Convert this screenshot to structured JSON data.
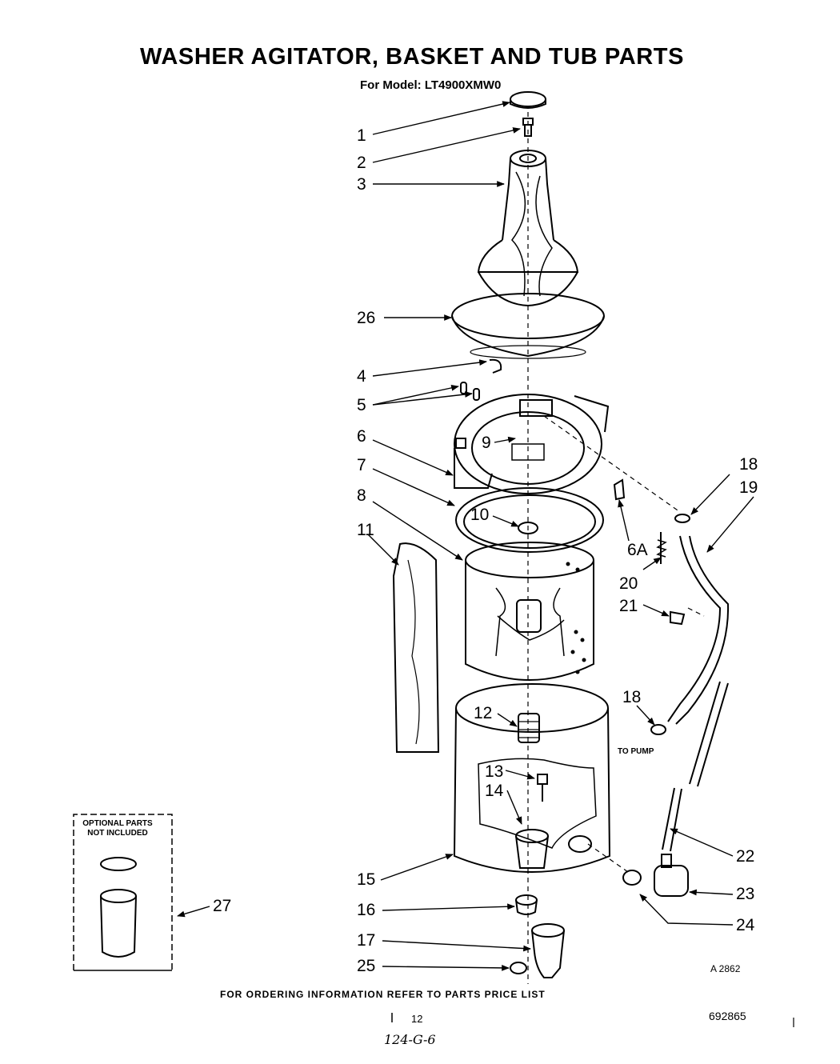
{
  "header": {
    "title": "WASHER AGITATOR, BASKET AND TUB  PARTS",
    "model": "For Model: LT4900XMW0"
  },
  "callouts": [
    {
      "id": "1",
      "text": "1"
    },
    {
      "id": "2",
      "text": "2"
    },
    {
      "id": "3",
      "text": "3"
    },
    {
      "id": "26",
      "text": "26"
    },
    {
      "id": "4",
      "text": "4"
    },
    {
      "id": "5",
      "text": "5"
    },
    {
      "id": "6",
      "text": "6"
    },
    {
      "id": "7",
      "text": "7"
    },
    {
      "id": "8",
      "text": "8"
    },
    {
      "id": "9",
      "text": "9"
    },
    {
      "id": "10",
      "text": "10"
    },
    {
      "id": "11",
      "text": "11"
    },
    {
      "id": "6A",
      "text": "6A"
    },
    {
      "id": "18a",
      "text": "18"
    },
    {
      "id": "19",
      "text": "19"
    },
    {
      "id": "20",
      "text": "20"
    },
    {
      "id": "21",
      "text": "21"
    },
    {
      "id": "18b",
      "text": "18"
    },
    {
      "id": "12",
      "text": "12"
    },
    {
      "id": "13",
      "text": "13"
    },
    {
      "id": "14",
      "text": "14"
    },
    {
      "id": "15",
      "text": "15"
    },
    {
      "id": "16",
      "text": "16"
    },
    {
      "id": "17",
      "text": "17"
    },
    {
      "id": "25",
      "text": "25"
    },
    {
      "id": "22",
      "text": "22"
    },
    {
      "id": "23",
      "text": "23"
    },
    {
      "id": "24",
      "text": "24"
    },
    {
      "id": "27",
      "text": "27"
    }
  ],
  "labels": {
    "to_pump": "TO PUMP",
    "optional_line1": "OPTIONAL PARTS",
    "optional_line2": "NOT INCLUDED",
    "drawing_code": "A 2862",
    "footer": "FOR ORDERING INFORMATION REFER TO PARTS PRICE LIST",
    "page": "12",
    "doc_number": "692865",
    "handwritten": "124-G-6"
  }
}
